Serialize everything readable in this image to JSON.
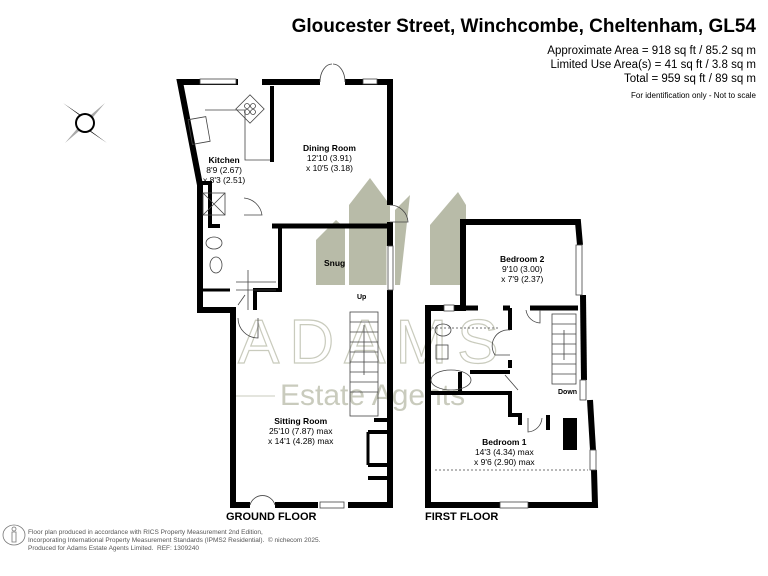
{
  "header": {
    "title": "Gloucester Street, Winchcombe, Cheltenham, GL54",
    "approx_area": "Approximate Area = 918 sq ft / 85.2 sq m",
    "limited_use": "Limited Use Area(s) = 41 sq ft / 3.8 sq m",
    "total": "Total = 959 sq ft / 89 sq m",
    "note": "For identification only - Not to scale"
  },
  "compass": {
    "label": "N"
  },
  "watermark": {
    "brand": "ADAMS",
    "sub": "Estate Agents",
    "color": "#b8bba8"
  },
  "ground_floor": {
    "label": "GROUND FLOOR",
    "rooms": [
      {
        "name": "Kitchen",
        "dim1": "8'9 (2.67)",
        "dim2": "x 8'3 (2.51)"
      },
      {
        "name": "Dining Room",
        "dim1": "12'10 (3.91)",
        "dim2": "x 10'5 (3.18)"
      },
      {
        "name": "Snug"
      },
      {
        "name": "Sitting Room",
        "dim1": "25'10 (7.87) max",
        "dim2": "x 14'1 (4.28) max"
      }
    ],
    "stairs_label": "Up"
  },
  "first_floor": {
    "label": "FIRST FLOOR",
    "rooms": [
      {
        "name": "Bedroom 2",
        "dim1": "9'10 (3.00)",
        "dim2": "x 7'9 (2.37)"
      },
      {
        "name": "Bedroom 1",
        "dim1": "14'3 (4.34) max",
        "dim2": "x 9'6 (2.90) max"
      }
    ],
    "stairs_label": "Down"
  },
  "footer": {
    "line1": "Floor plan produced in accordance with RICS Property Measurement 2nd Edition,",
    "line2": "Incorporating International Property Measurement Standards (IPMS2 Residential).",
    "copyright": "© nichecom 2025.",
    "line3": "Produced for Adams Estate Agents Limited.",
    "ref": "REF: 1309240"
  }
}
